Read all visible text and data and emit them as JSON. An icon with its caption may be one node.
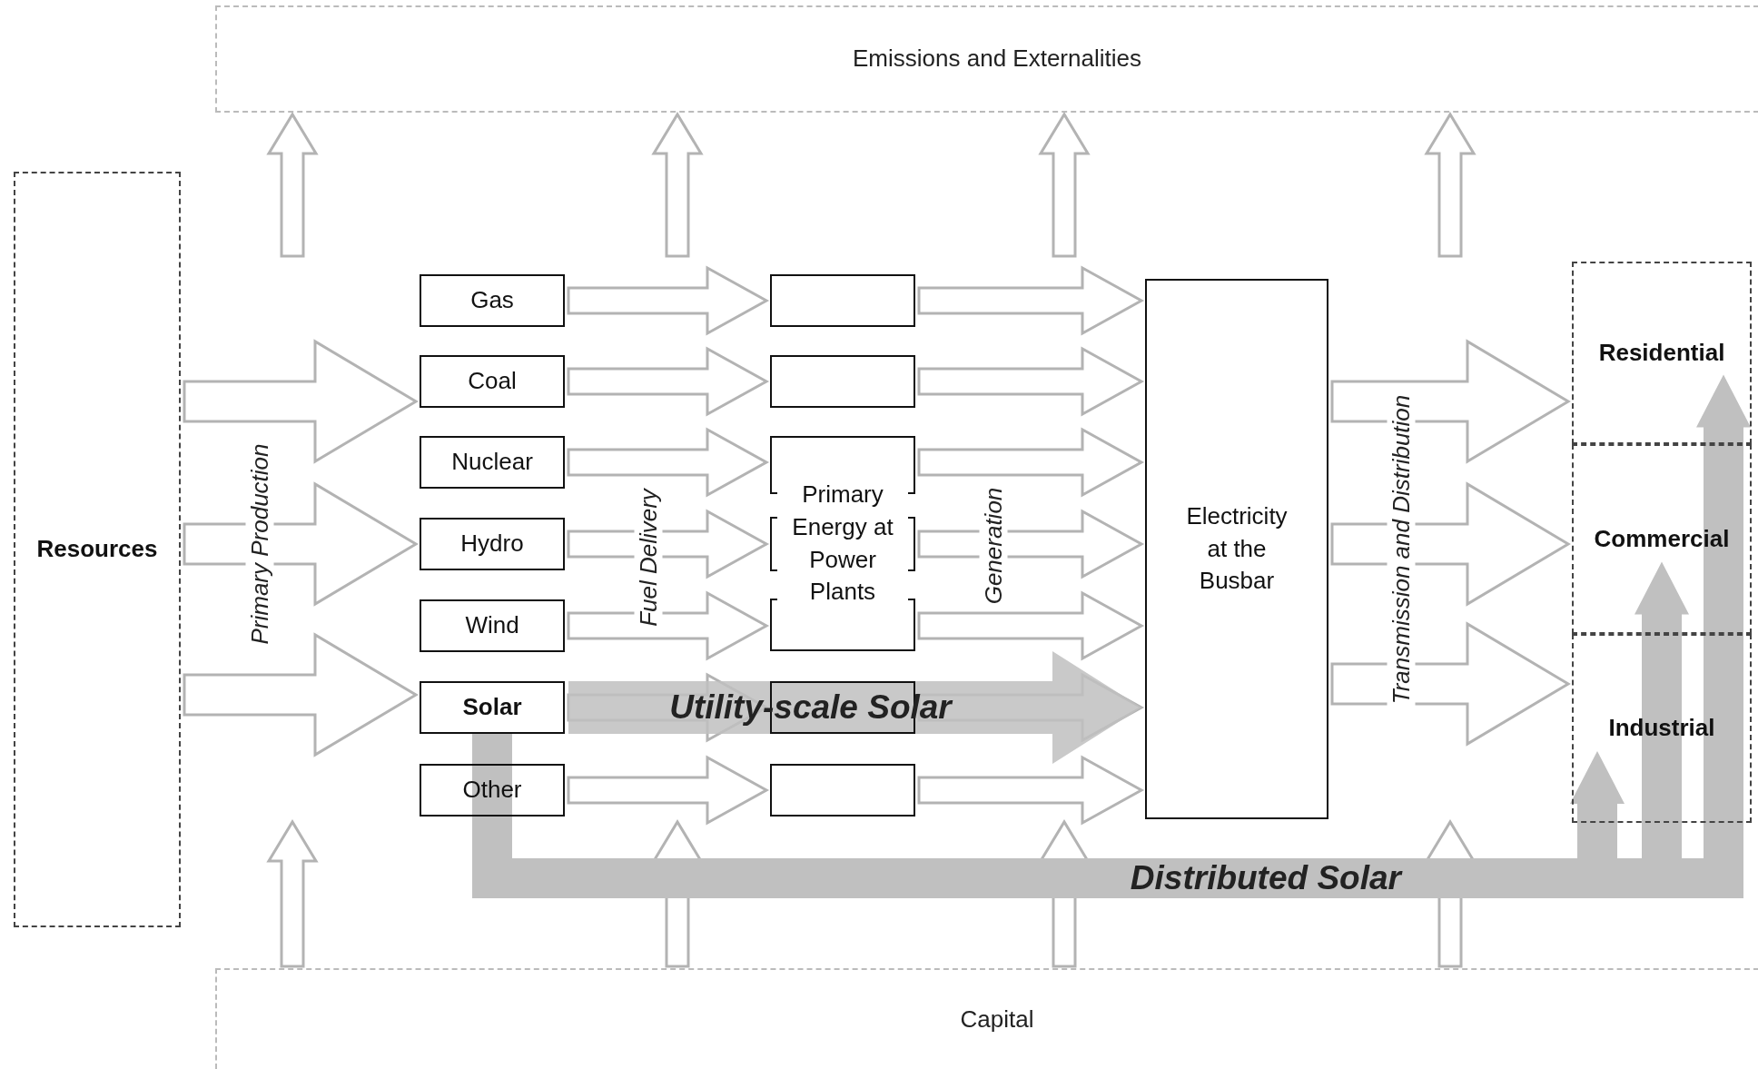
{
  "diagram": {
    "nodes": [
      {
        "text": [
          "Emissions and Externalities"
        ]
      },
      {
        "text": [
          "Resources"
        ]
      },
      {
        "text": [
          "Gas"
        ]
      },
      {
        "text": [
          "Coal"
        ]
      },
      {
        "text": [
          "Nuclear"
        ]
      },
      {
        "text": [
          "Hydro"
        ]
      },
      {
        "text": [
          "Wind"
        ]
      },
      {
        "text": [
          "Solar"
        ]
      },
      {
        "text": [
          "Other"
        ]
      },
      {
        "text": [],
        "shape": "box"
      },
      {
        "text": [],
        "shape": "box"
      },
      {
        "text": [
          "Primary Energy at Power Plants"
        ]
      },
      {
        "text": [],
        "shape": "box"
      },
      {
        "text": [],
        "shape": "box"
      },
      {
        "text": [
          "Electricity at the Busbar"
        ]
      },
      {
        "text": [
          "Residential"
        ]
      },
      {
        "text": [
          "Commercial"
        ]
      },
      {
        "text": [
          "Industrial"
        ]
      },
      {
        "text": [
          "Capital"
        ]
      }
    ],
    "edges": [
      {
        "from": 1,
        "to": 3,
        "arrow": "to"
      },
      {
        "from": 1,
        "to": 5,
        "arrow": "to"
      },
      {
        "from": 1,
        "to": 7,
        "arrow": "to"
      },
      {
        "from": 2,
        "to": 9,
        "arrow": "to"
      },
      {
        "from": 3,
        "to": 10,
        "arrow": "to"
      },
      {
        "from": 4,
        "to": 11,
        "arrow": "to"
      },
      {
        "from": 5,
        "to": 11,
        "arrow": "to"
      },
      {
        "from": 6,
        "to": 11,
        "arrow": "to"
      },
      {
        "from": 7,
        "to": 12,
        "arrow": "to"
      },
      {
        "from": 8,
        "to": 13,
        "arrow": "to"
      },
      {
        "from": 9,
        "to": 14,
        "arrow": "to"
      },
      {
        "from": 10,
        "to": 14,
        "arrow": "to"
      },
      {
        "from": 11,
        "to": 14,
        "arrow": "to"
      },
      {
        "from": 11,
        "to": 14,
        "arrow": "to"
      },
      {
        "from": 11,
        "to": 14,
        "arrow": "to"
      },
      {
        "from": 12,
        "to": 14,
        "arrow": "to"
      },
      {
        "from": 13,
        "to": 14,
        "arrow": "to"
      },
      {
        "from": 14,
        "to": 15,
        "arrow": "to"
      },
      {
        "from": 14,
        "to": 16,
        "arrow": "to"
      },
      {
        "from": 14,
        "to": 17,
        "arrow": "to"
      },
      {
        "from": null,
        "to": 0,
        "arrow": "to"
      },
      {
        "from": null,
        "to": 0,
        "arrow": "to"
      },
      {
        "from": null,
        "to": 0,
        "arrow": "to"
      },
      {
        "from": null,
        "to": 0,
        "arrow": "to"
      },
      {
        "from": 18,
        "to": null,
        "arrow": "to"
      },
      {
        "from": 18,
        "to": null,
        "arrow": "to"
      },
      {
        "from": 18,
        "to": null,
        "arrow": "to"
      },
      {
        "from": 18,
        "to": null,
        "arrow": "to"
      },
      {
        "from": 7,
        "to": 14,
        "arrow": "to",
        "label": "Utility-scale Solar",
        "style": "thick",
        "color": "#c0c0c0"
      },
      {
        "from": 7,
        "to": 17,
        "arrow": "to",
        "label": "Distributed Solar",
        "style": "thick",
        "color": "#c0c0c0"
      },
      {
        "from": 7,
        "to": 16,
        "arrow": "to",
        "style": "thick",
        "color": "#c0c0c0"
      },
      {
        "from": 7,
        "to": 15,
        "arrow": "to",
        "style": "thick",
        "color": "#c0c0c0"
      }
    ],
    "labels": [
      "Primary Production",
      "Fuel Delivery",
      "Generation",
      "Transmission and Distribution"
    ]
  }
}
